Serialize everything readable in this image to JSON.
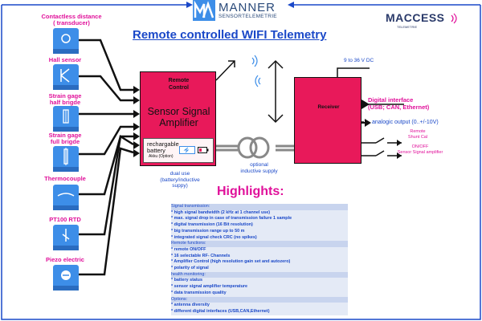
{
  "logo": {
    "brand": "MANNER",
    "sub": "SENSORTELEMETRIE",
    "maccess": "MACCESS",
    "maccess_sub": "TELEMETRIE"
  },
  "title": "Remote controlled WIFI Telemetry",
  "sensors": [
    {
      "label_lines": [
        "Contactless distance",
        "( transducer)"
      ],
      "icon": "proximity-sensor-icon"
    },
    {
      "label_lines": [
        "Hall sensor"
      ],
      "icon": "hall-sensor-icon"
    },
    {
      "label_lines": [
        "Strain gage",
        "half brigde"
      ],
      "icon": "strain-gage-half-icon"
    },
    {
      "label_lines": [
        "Strain gage",
        "full brigde"
      ],
      "icon": "strain-gage-full-icon"
    },
    {
      "label_lines": [
        "Thermocouple"
      ],
      "icon": "thermocouple-icon"
    },
    {
      "label_lines": [
        "PT100 RTD"
      ],
      "icon": "rtd-icon"
    },
    {
      "label_lines": [
        "Piezo electric"
      ],
      "icon": "piezo-icon"
    },
    {
      "label_lines": [],
      "icon": "sensor-icon"
    }
  ],
  "amplifier": {
    "top_lines": [
      "Remote",
      "Control"
    ],
    "main_lines": [
      "Sensor Signal",
      "Amplifier"
    ],
    "battery_lines": [
      "rechargable",
      "battery"
    ],
    "battery_small": "Akku (Option)",
    "caption_lines": [
      "dual use",
      "(battery/inductive",
      "suppy)"
    ]
  },
  "inductive_lines": [
    "optional",
    "inductive supply"
  ],
  "receiver": {
    "label": "Receiver",
    "supply": "9 to 36 V DC",
    "digital_lines": [
      "Digital interface",
      "(USB; CAN, Ethernet)"
    ],
    "analog": "analogic output (0..+/-10V)",
    "shunt_lines": [
      "Remote",
      "Shunt Cal"
    ],
    "onoff_lines": [
      "ON/OFF",
      "Sensor Signal amplifier"
    ]
  },
  "highlights": {
    "title": "Highlights:",
    "rows": [
      {
        "text": "Signal transmission:",
        "head": true
      },
      {
        "text": "* high signal bandwidth (2 kHz at 1 channel use)",
        "head": false
      },
      {
        "text": "* max. signal drop in case of transmission failure 1 sample",
        "head": false
      },
      {
        "text": "* digital transmission (16 Bit resolution)",
        "head": false
      },
      {
        "text": "* big transmission range up to 50 m",
        "head": false
      },
      {
        "text": "* integrated signal check CRC (no spikes)",
        "head": false
      },
      {
        "text": "Remote functions:",
        "head": true
      },
      {
        "text": "* remote ON/OFF",
        "head": false
      },
      {
        "text": "* 16 selectable RF- Channels",
        "head": false
      },
      {
        "text": "* Amplifier Control (high resolution gain set and autozero)",
        "head": false
      },
      {
        "text": "* polarity of signal",
        "head": false
      },
      {
        "text": "health monitoring:",
        "head": true
      },
      {
        "text": "* battery status",
        "head": false
      },
      {
        "text": "* sensor signal amplifier temperature",
        "head": false
      },
      {
        "text": "* data transmission quality",
        "head": false
      },
      {
        "text": "Options:",
        "head": true
      },
      {
        "text": "* antenna diversity",
        "head": false
      },
      {
        "text": "* different digital interfaces (USB,CAN,Ethernet)",
        "head": false
      }
    ]
  },
  "colors": {
    "accent_blue": "#1a48c8",
    "magenta": "#e0109a",
    "box_red": "#e8195a",
    "sensor_blue": "#3d8ee8"
  }
}
